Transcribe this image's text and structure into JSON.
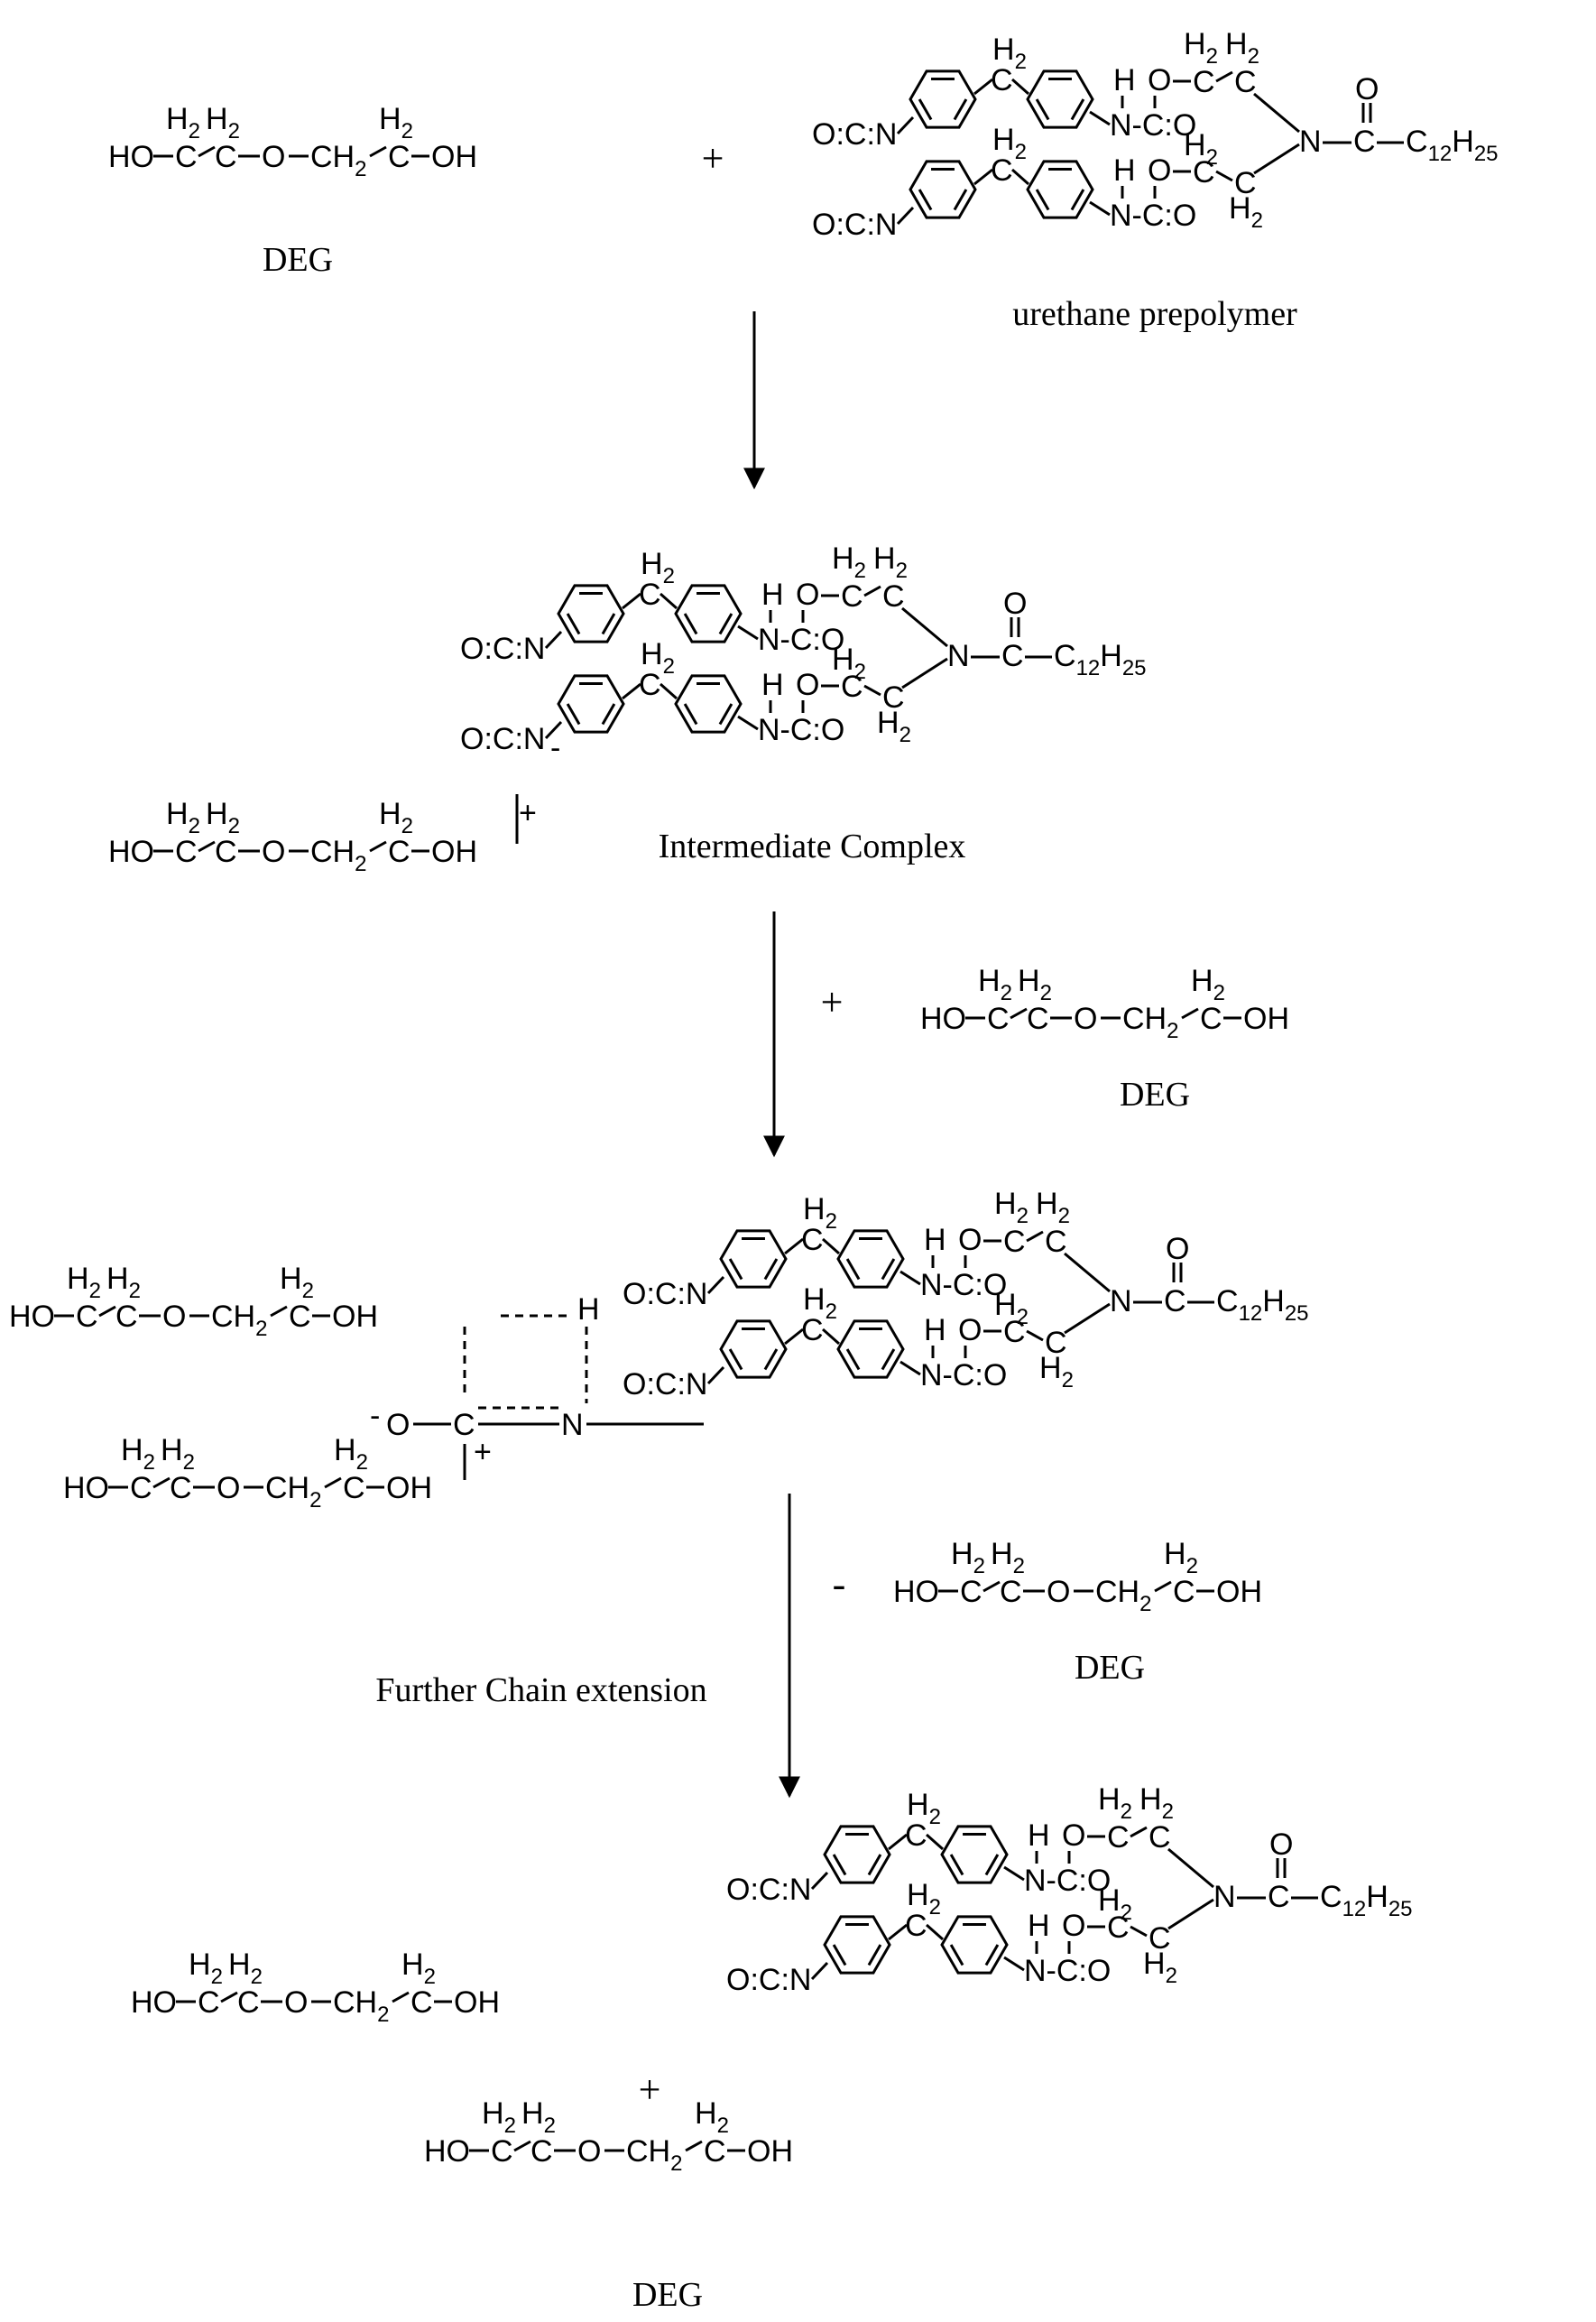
{
  "labels": {
    "deg": "DEG",
    "urethane_prepolymer": "urethane prepolymer",
    "intermediate_complex": "Intermediate Complex",
    "further_chain_extension": "Further Chain extension",
    "plus": "+",
    "minus": "-"
  },
  "atoms": {
    "HO": "HO",
    "OH": "OH",
    "O": "O",
    "C": "C",
    "N": "N",
    "H": "H",
    "H2": "H",
    "two": "2",
    "CH2": "CH",
    "OCN": "O:C:N",
    "NCO": "N-C:O",
    "C12H25_C": "C",
    "twelve": "12",
    "H25": "H",
    "twentyfive": "25",
    "O_minus": "O",
    "OH_plus": "OH",
    "charge_plus": "+",
    "charge_minus": "-"
  }
}
